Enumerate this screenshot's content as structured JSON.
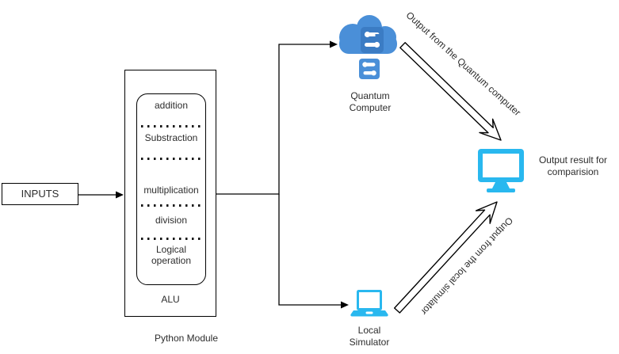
{
  "diagram": {
    "inputs": {
      "label": "INPUTS"
    },
    "python_module": {
      "label": "Python Module",
      "alu": {
        "label": "ALU",
        "operations": [
          "addition",
          "Substraction",
          "multiplication",
          "division",
          "Logical operation"
        ]
      }
    },
    "quantum_computer": {
      "label": "Quantum Computer"
    },
    "local_simulator": {
      "label": "Local Simulator"
    },
    "output": {
      "label": "Output result for comparision"
    },
    "edges": {
      "quantum_output_label": "Output from the Quantum computer",
      "local_output_label": "Output from the local simulator"
    },
    "colors": {
      "cloud_blue": "#4a8fd8",
      "chip_blue_dark": "#3b7cc4",
      "device_cyan": "#29b8ef",
      "line_black": "#000000"
    }
  }
}
